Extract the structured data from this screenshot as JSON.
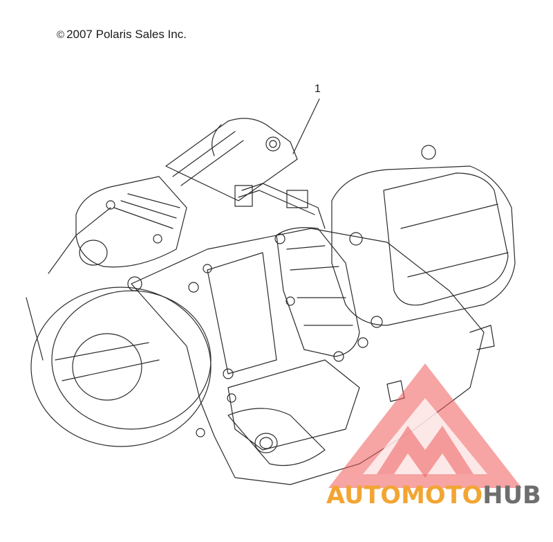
{
  "copyright": {
    "symbol": "©",
    "text": "2007 Polaris Sales Inc."
  },
  "callout": {
    "label": "1"
  },
  "watermark": {
    "word_auto": "AUTO",
    "word_moto": "MOTO",
    "word_hub": "HUB",
    "colors": {
      "triangle": "#ef5a5a",
      "auto_moto": "#f2a533",
      "hub": "#6e6e6e"
    }
  },
  "icons": [
    "engine-assembly-drawing",
    "automotohub-logo"
  ]
}
